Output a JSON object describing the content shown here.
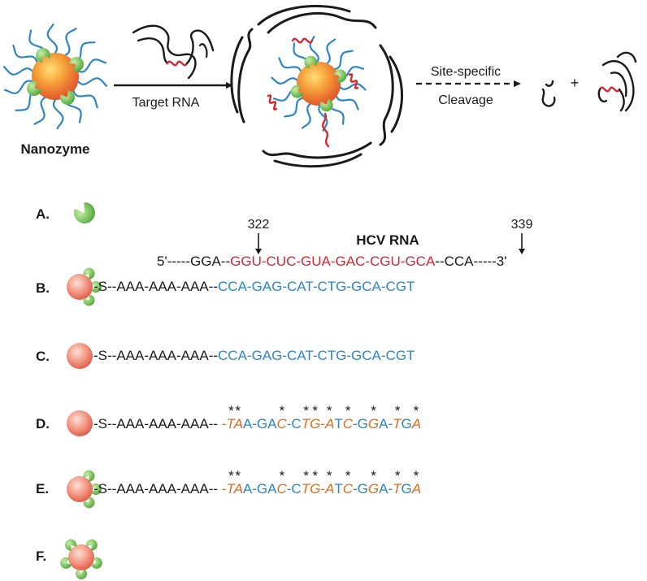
{
  "colors": {
    "black": "#1a1a1a",
    "rna_red": "#d8262f",
    "dna_blue": "#2a86c6",
    "modified_orange": "#e06a1f",
    "enzyme_green": "#6cc04a",
    "gold_core": "#f39a2c"
  },
  "top": {
    "nanozyme_label": "Nanozyme",
    "target_rna_label": "Target RNA",
    "site_specific_label": "Site-specific",
    "cleavage_label": "Cleavage",
    "plus_sign": "+"
  },
  "sequence_header": {
    "position_start": "322",
    "position_end": "339",
    "title": "HCV RNA",
    "left_flank": "5'-----GGA--",
    "target": "GGU-CUC-GUA-GAC-CGU-GCA",
    "right_flank": "--CCA-----3'"
  },
  "rows": [
    {
      "letter": "A."
    },
    {
      "letter": "B.",
      "linker": "-S--AAA-AAA-AAA--",
      "probe": "CCA-GAG-CAT-CTG-GCA-CGT"
    },
    {
      "letter": "C.",
      "linker": "-S--AAA-AAA-AAA--",
      "probe": "CCA-GAG-CAT-CTG-GCA-CGT"
    },
    {
      "letter": "D.",
      "linker": "-S--AAA-AAA-AAA--"
    },
    {
      "letter": "E.",
      "linker": "-S--AAA-AAA-AAA--"
    },
    {
      "letter": "F."
    }
  ],
  "modified_probe": {
    "segments": [
      {
        "t": "-",
        "c": "o",
        "i": false
      },
      {
        "t": "T",
        "c": "o",
        "i": true,
        "s": true
      },
      {
        "t": "A",
        "c": "o",
        "i": true,
        "s": true
      },
      {
        "t": "A-GA",
        "c": "b",
        "i": false
      },
      {
        "t": "C",
        "c": "o",
        "i": true,
        "s": true
      },
      {
        "t": "-C",
        "c": "b",
        "i": false
      },
      {
        "t": "T",
        "c": "o",
        "i": true,
        "s": true
      },
      {
        "t": "G",
        "c": "o",
        "i": true,
        "s": true
      },
      {
        "t": "-",
        "c": "o",
        "i": false
      },
      {
        "t": "A",
        "c": "o",
        "i": true,
        "s": true
      },
      {
        "t": "T",
        "c": "b",
        "i": false
      },
      {
        "t": "C",
        "c": "o",
        "i": true,
        "s": true
      },
      {
        "t": "-G",
        "c": "b",
        "i": false
      },
      {
        "t": "G",
        "c": "o",
        "i": true,
        "s": true
      },
      {
        "t": "A-",
        "c": "b",
        "i": false
      },
      {
        "t": "T",
        "c": "o",
        "i": true,
        "s": true
      },
      {
        "t": "G",
        "c": "b",
        "i": false
      },
      {
        "t": "A",
        "c": "o",
        "i": true,
        "s": true
      }
    ],
    "star": "*"
  }
}
